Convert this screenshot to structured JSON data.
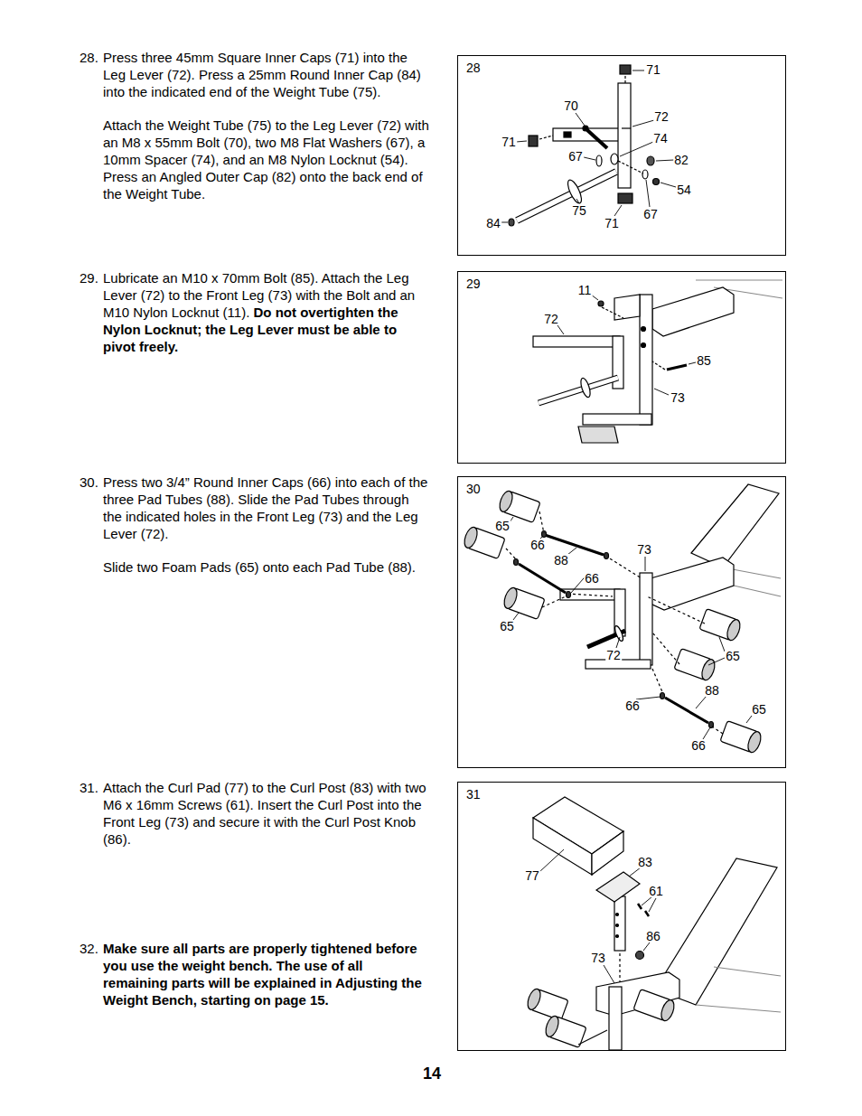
{
  "diagram": {
    "nodes": [
      {
        "text": [
          "28"
        ]
      },
      {
        "text": [
          "29"
        ]
      },
      {
        "text": [
          "30"
        ]
      },
      {
        "text": [
          "31"
        ]
      }
    ],
    "labels": [
      "28.",
      "Press three 45mm Square Inner Caps (71) into the Leg Lever (72). Press a 25mm Round Inner Cap (84) into the indicated end of the Weight Tube (75).",
      "Attach the Weight Tube (75) to the Leg Lever (72) with an M8 x 55mm Bolt (70), two M8 Flat Washers (67), a 10mm Spacer (74), and an M8 Nylon Locknut (54). Press an Angled Outer Cap (82) onto the back end of the Weight Tube.",
      "29.",
      "Lubricate an M10 x 70mm Bolt (85). Attach the Leg Lever (72) to the Front Leg (73) with the Bolt and an M10 Nylon Locknut (11).",
      "Do not overtighten the Nylon Locknut; the Leg Lever must be able to pivot freely.",
      "30.",
      "Press two 3/4” Round Inner Caps (66) into each of the three Pad Tubes (88). Slide the Pad Tubes through the indicated holes in the Front Leg (73) and the Leg Lever (72).",
      "Slide two Foam Pads (65) onto each Pad Tube (88).",
      "31.",
      "Attach the Curl Pad (77) to the Curl Post (83) with two M6 x 16mm Screws (61). Insert the Curl Post into the Front Leg (73) and secure it with the Curl Post Knob (86).",
      "32.",
      "Make sure all parts are properly tightened before you use the weight bench. The use of all remaining parts will be explained in Adjusting the Weight Bench, starting on page 15.",
      "14",
      "71",
      "70",
      "72",
      "71",
      "74",
      "67",
      "82",
      "54",
      "75",
      "67",
      "84",
      "71",
      "11",
      "72",
      "85",
      "73",
      "65",
      "66",
      "88",
      "73",
      "66",
      "65",
      "72",
      "65",
      "88",
      "66",
      "65",
      "66",
      "83",
      "77",
      "61",
      "86",
      "73"
    ]
  }
}
